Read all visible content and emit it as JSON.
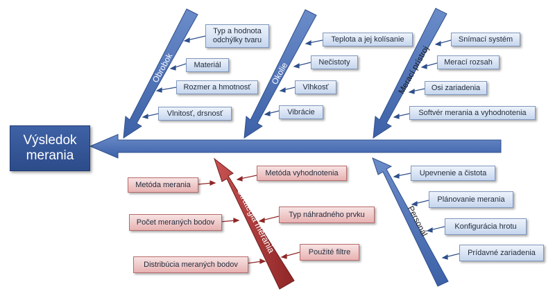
{
  "result": {
    "line1": "Výsledok",
    "line2": "merania"
  },
  "branches": {
    "obrobok": {
      "label": "Obrobok",
      "causes": [
        "Typ a hodnota odchýlky tvaru",
        "Materiál",
        "Rozmer a hmotnosť",
        "Vlnitosť, drsnosť"
      ]
    },
    "okolie": {
      "label": "Okolie",
      "causes": [
        "Teplota a jej kolísanie",
        "Nečistoty",
        "Vlhkosť",
        "Vibrácie"
      ]
    },
    "meraci_pristroj": {
      "label": "Merací prístroj",
      "causes": [
        "Snímací systém",
        "Merací rozsah",
        "Osi zariadenia",
        "Softvér merania a vyhodnotenia"
      ]
    },
    "strategia": {
      "label": "Stratégia merania",
      "causes": [
        "Metóda vyhodnotenia",
        "Metóda merania",
        "Typ náhradného prvku",
        "Počet meraných bodov",
        "Použité filtre",
        "Distribúcia meraných bodov"
      ]
    },
    "personal": {
      "label": "Personál",
      "causes": [
        "Upevnenie a čistota",
        "Plánovanie merania",
        "Konfigurácia hrotu",
        "Prídavné zariadenia"
      ]
    }
  },
  "colors": {
    "arrow_blue": "#4a6fb5",
    "arrow_red": "#a83838",
    "box_blue": "#d6e1f2",
    "box_red": "#f0c6c6",
    "result_box": "#34569a"
  }
}
